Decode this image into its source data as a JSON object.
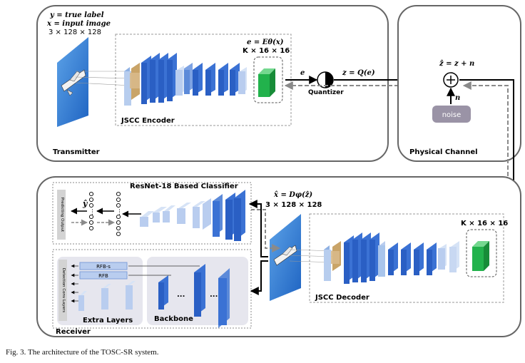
{
  "transmitter": {
    "label": "Transmitter",
    "y_def": "y = true label",
    "x_def": "x = input image",
    "x_dims": "3 × 128 × 128",
    "encoder_label": "JSCC Encoder",
    "latent_eq": "e = Eθ(x)",
    "latent_dims": "K × 16 × 16",
    "e_symbol": "e",
    "quantizer_eq": "z = Q(e)",
    "quantizer_label": "Quantizer"
  },
  "channel": {
    "label": "Physical Channel",
    "eq": "ẑ = z + n",
    "n_symbol": "n",
    "noise_label": "noise"
  },
  "receiver": {
    "label": "Receiver",
    "classifier_label": "ResNet-18 Based Classifier",
    "predicting_output": "Predicting Output",
    "y_hat": "ŷ",
    "recon_eq": "x̂ = Dφ(ẑ)",
    "recon_dims": "3 × 128 × 128",
    "decoder_label": "JSCC Decoder",
    "decoder_dims": "K × 16 × 16",
    "detection_conv": "Detection Conv Layers",
    "rfb_s": "RFB-s",
    "rfb": "RFB",
    "extra_layers": "Extra Layers",
    "backbone": "Backbone"
  },
  "caption": "Fig. 3.  The architecture of the TOSC-SR system.",
  "colors": {
    "block_blue": "#2f63c8",
    "light_blue": "#a9c5ec",
    "latent_green": "#22b24c",
    "noise_box": "#9a93a6"
  }
}
